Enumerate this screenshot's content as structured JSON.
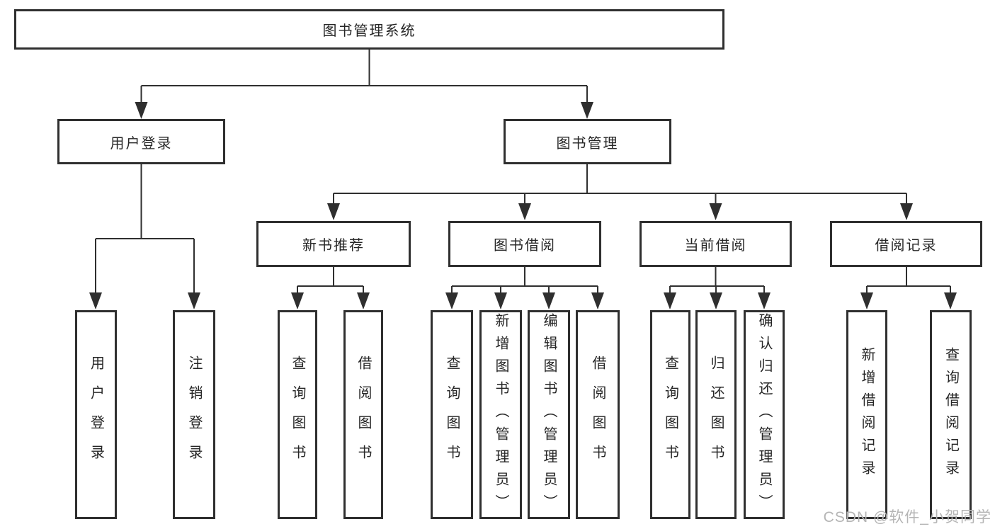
{
  "diagram": {
    "title": "图书管理系统",
    "root": {
      "label": "图书管理系统"
    },
    "branches": [
      {
        "label": "用户登录",
        "children": [
          {
            "label": "用户登录"
          },
          {
            "label": "注销登录"
          }
        ]
      },
      {
        "label": "图书管理",
        "children": [
          {
            "label": "新书推荐",
            "children": [
              {
                "label": "查询图书"
              },
              {
                "label": "借阅图书"
              }
            ]
          },
          {
            "label": "图书借阅",
            "children": [
              {
                "label": "查询图书"
              },
              {
                "label": "新增图书（管理员）"
              },
              {
                "label": "编辑图书（管理员）"
              },
              {
                "label": "借阅图书"
              }
            ]
          },
          {
            "label": "当前借阅",
            "children": [
              {
                "label": "查询图书"
              },
              {
                "label": "归还图书"
              },
              {
                "label": "确认归还（管理员）"
              }
            ]
          },
          {
            "label": "借阅记录",
            "children": [
              {
                "label": "新增借阅记录"
              },
              {
                "label": "查询借阅记录"
              }
            ]
          }
        ]
      }
    ]
  },
  "watermark": {
    "text": "CSDN @软件_小贺同学"
  },
  "colors": {
    "line": "#2f2f2f",
    "box_border": "#2f2f2f",
    "text": "#262626",
    "watermark": "#b5b5b5",
    "background": "#ffffff"
  }
}
